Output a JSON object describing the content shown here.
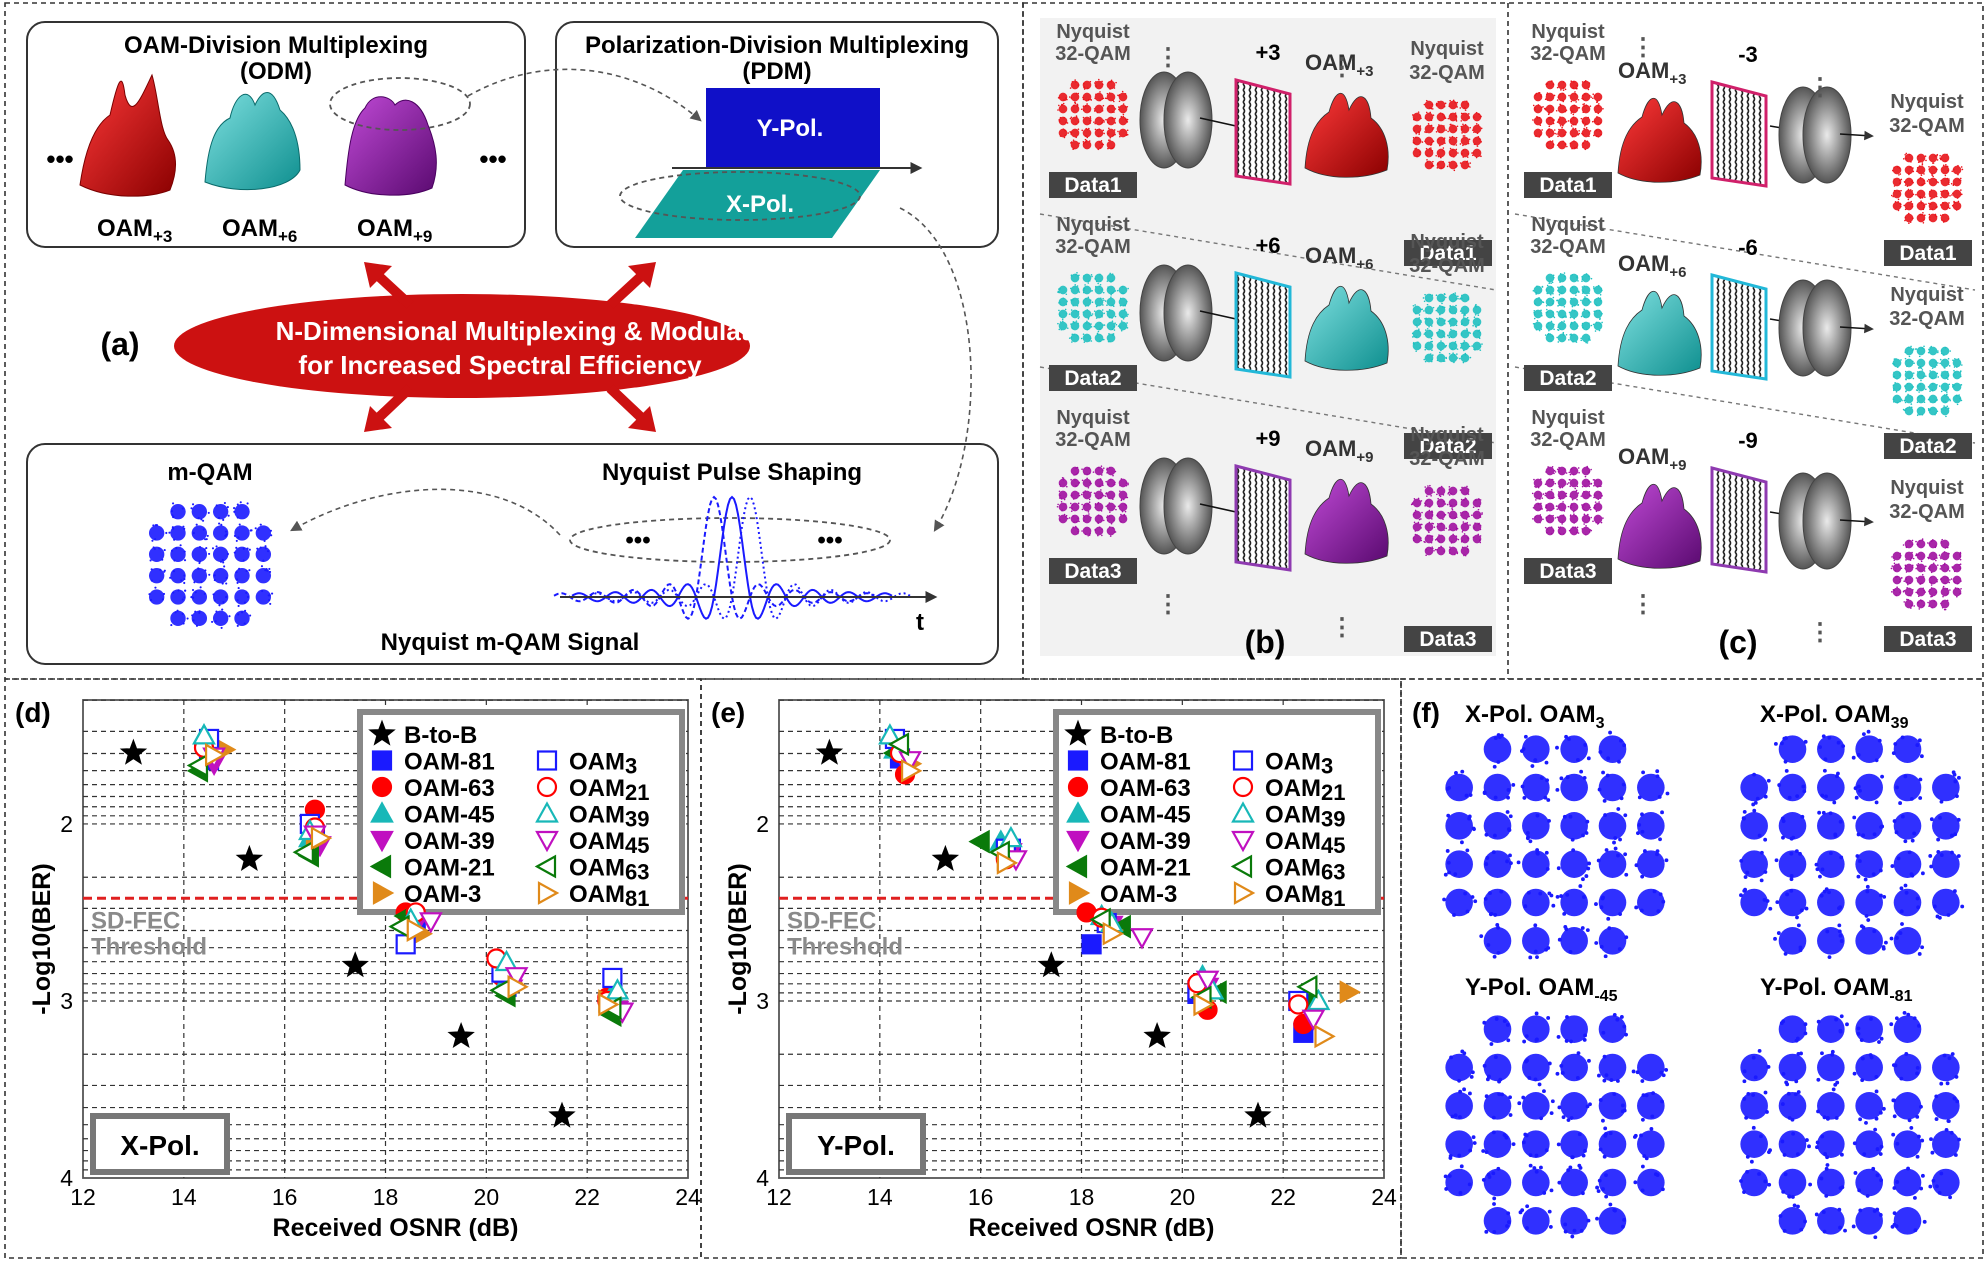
{
  "panel_a": {
    "label": "(a)",
    "odm_title": "OAM-Division Multiplexing",
    "odm_abbr": "(ODM)",
    "oam_labels": [
      {
        "base": "OAM",
        "sub": "+3"
      },
      {
        "base": "OAM",
        "sub": "+6"
      },
      {
        "base": "OAM",
        "sub": "+9"
      }
    ],
    "ellipsis": "•••",
    "pdm_title": "Polarization-Division Multiplexing",
    "pdm_abbr": "(PDM)",
    "ypol": "Y-Pol.",
    "xpol": "X-Pol.",
    "center_line1": "N-Dimensional Multiplexing & Modulation",
    "center_line2": "for Increased Spectral Efficiency",
    "mqam": "m-QAM",
    "nyquist_pulse": "Nyquist Pulse Shaping",
    "signal": "Nyquist m-QAM Signal",
    "t_axis": "t",
    "colors": {
      "accent_red": "#cc1111",
      "ypol": "#1010c8",
      "xpol": "#13a09a",
      "purple": "#8e1aa5",
      "cyan": "#22b5b5",
      "constellation": "#1a1aff"
    }
  },
  "panel_b": {
    "label": "(b)",
    "left_label": [
      "Nyquist",
      "32-QAM"
    ],
    "rows": [
      {
        "data": "Data1",
        "sign": "+3",
        "oam": "OAM",
        "oam_sub": "+3"
      },
      {
        "data": "Data2",
        "sign": "+6",
        "oam": "OAM",
        "oam_sub": "+6"
      },
      {
        "data": "Data3",
        "sign": "+9",
        "oam": "OAM",
        "oam_sub": "+9"
      }
    ]
  },
  "panel_c": {
    "label": "(c)",
    "rows": [
      {
        "data": "Data1",
        "sign": "-3",
        "oam": "OAM",
        "oam_sub": "+3"
      },
      {
        "data": "Data2",
        "sign": "-6",
        "oam": "OAM",
        "oam_sub": "+6"
      },
      {
        "data": "Data3",
        "sign": "-9",
        "oam": "OAM",
        "oam_sub": "+9"
      }
    ]
  },
  "panel_f": {
    "label": "(f)",
    "titles": [
      {
        "base": "X-Pol. OAM",
        "sub": "3"
      },
      {
        "base": "X-Pol. OAM",
        "sub": "39"
      },
      {
        "base": "Y-Pol. OAM",
        "sub": "-45"
      },
      {
        "base": "Y-Pol. OAM",
        "sub": "-81"
      }
    ]
  },
  "chart_data": [
    {
      "panel": "(d)",
      "type": "scatter",
      "inset_label": "X-Pol.",
      "xlabel": "Received OSNR (dB)",
      "ylabel": "-Log10(BER)",
      "xlim": [
        12,
        24
      ],
      "ylim": [
        1.3,
        4.0
      ],
      "y_inverted": true,
      "x_ticks": [
        "12",
        "14",
        "16",
        "18",
        "20",
        "22",
        "24"
      ],
      "y_ticks": [
        "2",
        "3",
        "4"
      ],
      "threshold_label": [
        "SD-FEC",
        "Threshold"
      ],
      "threshold_value": 2.42,
      "grid": "dashed",
      "legend_placement": "top-right",
      "series": [
        {
          "name": "B-to-B",
          "marker": "star",
          "color": "#000000",
          "x": [
            13.0,
            15.3,
            17.4,
            19.5,
            21.5
          ],
          "y": [
            1.6,
            2.2,
            2.8,
            3.2,
            3.65
          ]
        },
        {
          "name": "OAM-81",
          "marker": "square",
          "filled": true,
          "color": "#1a1aff",
          "x": [
            14.5,
            16.6,
            18.6,
            20.4,
            22.5
          ],
          "y": [
            1.64,
            2.06,
            2.58,
            2.92,
            3.02
          ]
        },
        {
          "name": "OAM-63",
          "marker": "circle",
          "filled": true,
          "color": "#ff0000",
          "x": [
            14.4,
            16.6,
            18.4,
            20.3,
            22.4
          ],
          "y": [
            1.55,
            1.92,
            2.5,
            2.86,
            2.98
          ]
        },
        {
          "name": "OAM-45",
          "marker": "triangle-up",
          "filled": true,
          "color": "#18b8b8",
          "x": [
            14.4,
            16.5,
            18.5,
            20.4,
            22.5
          ],
          "y": [
            1.5,
            2.08,
            2.54,
            2.88,
            2.96
          ]
        },
        {
          "name": "OAM-39",
          "marker": "triangle-down",
          "filled": true,
          "color": "#c010c0",
          "x": [
            14.6,
            16.7,
            18.6,
            20.5,
            22.6
          ],
          "y": [
            1.66,
            2.12,
            2.57,
            2.93,
            3.05
          ]
        },
        {
          "name": "OAM-21",
          "marker": "triangle-left",
          "filled": true,
          "color": "#0a7a0a",
          "x": [
            14.3,
            16.5,
            18.4,
            20.4,
            22.5
          ],
          "y": [
            1.7,
            2.18,
            2.52,
            2.97,
            3.08
          ]
        },
        {
          "name": "OAM-3",
          "marker": "triangle-right",
          "filled": true,
          "color": "#e08a1a",
          "x": [
            14.8,
            16.6,
            18.7,
            20.5,
            22.4
          ],
          "y": [
            1.58,
            2.1,
            2.62,
            2.9,
            3.0
          ]
        },
        {
          "name": "OAM3",
          "marker": "square",
          "filled": false,
          "color": "#1a1aff",
          "x": [
            14.5,
            16.5,
            18.4,
            20.3,
            22.5
          ],
          "y": [
            1.52,
            2.0,
            2.68,
            2.84,
            2.87
          ]
        },
        {
          "name": "OAM21",
          "marker": "circle",
          "filled": false,
          "color": "#ff0000",
          "x": [
            14.4,
            16.6,
            18.6,
            20.2,
            22.4
          ],
          "y": [
            1.57,
            2.02,
            2.5,
            2.76,
            3.0
          ]
        },
        {
          "name": "OAM39",
          "marker": "triangle-up",
          "filled": false,
          "color": "#18b8b8",
          "x": [
            14.4,
            16.5,
            18.5,
            20.4,
            22.6
          ],
          "y": [
            1.5,
            2.04,
            2.54,
            2.78,
            2.94
          ]
        },
        {
          "name": "OAM45",
          "marker": "triangle-down",
          "filled": false,
          "color": "#c010c0",
          "x": [
            14.6,
            16.6,
            18.9,
            20.6,
            22.7
          ],
          "y": [
            1.62,
            2.06,
            2.55,
            2.86,
            3.06
          ]
        },
        {
          "name": "OAM63",
          "marker": "triangle-left",
          "filled": false,
          "color": "#0a7a0a",
          "x": [
            14.3,
            16.4,
            18.3,
            20.3,
            22.5
          ],
          "y": [
            1.67,
            2.16,
            2.58,
            2.94,
            3.04
          ]
        },
        {
          "name": "OAM81",
          "marker": "triangle-right",
          "filled": false,
          "color": "#e08a1a",
          "x": [
            14.6,
            16.7,
            18.6,
            20.6,
            22.4
          ],
          "y": [
            1.61,
            2.08,
            2.6,
            2.92,
            3.02
          ]
        }
      ]
    },
    {
      "panel": "(e)",
      "type": "scatter",
      "inset_label": "Y-Pol.",
      "xlabel": "Received OSNR (dB)",
      "ylabel": "-Log10(BER)",
      "xlim": [
        12,
        24
      ],
      "ylim": [
        1.3,
        4.0
      ],
      "y_inverted": true,
      "x_ticks": [
        "12",
        "14",
        "16",
        "18",
        "20",
        "22",
        "24"
      ],
      "y_ticks": [
        "2",
        "3",
        "4"
      ],
      "threshold_label": [
        "SD-FEC",
        "Threshold"
      ],
      "threshold_value": 2.42,
      "grid": "dashed",
      "legend_placement": "top-right",
      "series": [
        {
          "name": "B-to-B",
          "marker": "star",
          "color": "#000000",
          "x": [
            13.0,
            15.3,
            17.4,
            19.5,
            21.5
          ],
          "y": [
            1.6,
            2.2,
            2.8,
            3.2,
            3.65
          ]
        },
        {
          "name": "OAM-81",
          "marker": "square",
          "filled": true,
          "color": "#1a1aff",
          "x": [
            14.4,
            16.6,
            18.2,
            20.3,
            22.4
          ],
          "y": [
            1.63,
            2.14,
            2.68,
            2.96,
            3.18
          ]
        },
        {
          "name": "OAM-63",
          "marker": "circle",
          "filled": true,
          "color": "#ff0000",
          "x": [
            14.5,
            16.5,
            18.1,
            20.5,
            22.4
          ],
          "y": [
            1.72,
            2.14,
            2.5,
            3.05,
            3.13
          ]
        },
        {
          "name": "OAM-45",
          "marker": "triangle-up",
          "filled": true,
          "color": "#18b8b8",
          "x": [
            14.3,
            16.4,
            18.4,
            20.4,
            22.6
          ],
          "y": [
            1.58,
            2.1,
            2.52,
            2.86,
            2.98
          ]
        },
        {
          "name": "OAM-39",
          "marker": "triangle-down",
          "filled": true,
          "color": "#c010c0",
          "x": [
            14.5,
            16.6,
            18.6,
            20.5,
            22.6
          ],
          "y": [
            1.65,
            2.16,
            2.57,
            2.92,
            3.06
          ]
        },
        {
          "name": "OAM-21",
          "marker": "triangle-left",
          "filled": true,
          "color": "#0a7a0a",
          "x": [
            14.3,
            16.0,
            18.8,
            20.7,
            22.5
          ],
          "y": [
            1.6,
            2.1,
            2.58,
            2.95,
            3.0
          ]
        },
        {
          "name": "OAM-3",
          "marker": "triangle-right",
          "filled": true,
          "color": "#e08a1a",
          "x": [
            14.6,
            16.5,
            18.6,
            20.4,
            23.3
          ],
          "y": [
            1.66,
            2.2,
            2.6,
            3.0,
            2.95
          ]
        },
        {
          "name": "OAM3",
          "marker": "square",
          "filled": false,
          "color": "#1a1aff",
          "x": [
            14.3,
            16.5,
            18.5,
            20.3,
            22.3
          ],
          "y": [
            1.52,
            2.14,
            2.56,
            2.94,
            3.0
          ]
        },
        {
          "name": "OAM21",
          "marker": "circle",
          "filled": false,
          "color": "#ff0000",
          "x": [
            14.4,
            16.5,
            18.4,
            20.3,
            22.3
          ],
          "y": [
            1.6,
            2.2,
            2.53,
            2.9,
            3.02
          ]
        },
        {
          "name": "OAM39",
          "marker": "triangle-up",
          "filled": false,
          "color": "#18b8b8",
          "x": [
            14.2,
            16.6,
            18.6,
            20.6,
            22.7
          ],
          "y": [
            1.5,
            2.08,
            2.56,
            2.94,
            3.0
          ]
        },
        {
          "name": "OAM45",
          "marker": "triangle-down",
          "filled": false,
          "color": "#c010c0",
          "x": [
            14.6,
            16.7,
            19.2,
            20.5,
            22.6
          ],
          "y": [
            1.64,
            2.2,
            2.64,
            2.88,
            3.1
          ]
        },
        {
          "name": "OAM63",
          "marker": "triangle-left",
          "filled": false,
          "color": "#0a7a0a",
          "x": [
            14.4,
            16.4,
            18.4,
            20.4,
            22.5
          ],
          "y": [
            1.55,
            2.16,
            2.54,
            2.98,
            2.92
          ]
        },
        {
          "name": "OAM81",
          "marker": "triangle-right",
          "filled": false,
          "color": "#e08a1a",
          "x": [
            14.6,
            16.5,
            18.6,
            20.4,
            22.8
          ],
          "y": [
            1.7,
            2.22,
            2.62,
            3.02,
            3.2
          ]
        }
      ]
    }
  ]
}
